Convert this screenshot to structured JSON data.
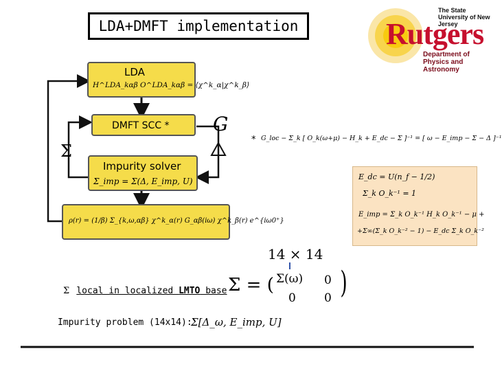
{
  "title": "LDA+DMFT implementation",
  "logo": {
    "wordmark": "Rutgers",
    "university": "The State University of New Jersey",
    "department": "Department of Physics and Astronomy"
  },
  "boxes": {
    "lda": {
      "label": "LDA",
      "formula": "H^LDA_kαβ   O^LDA_kαβ = ⟨χ^k_α|χ^k_β⟩"
    },
    "dmft": {
      "label": "DMFT SCC *"
    },
    "impurity": {
      "label": "Impurity solver",
      "formula": "Σ_imp = Σ(Δ, E_imp, U)"
    },
    "density": {
      "formula": "ρ(r) = (1/β) Σ_{k,ω,αβ} χ^k_α(r) G_αβ(iω) χ^k_β(r) e^{iω0⁺}"
    }
  },
  "symbols": {
    "G": "G",
    "Sigma": "Σ",
    "Delta": "Δ"
  },
  "scc_equation": {
    "star": "*",
    "text": "G_loc − Σ_k [ O_k(ω+μ) − H_k + E_dc − Σ ]⁻¹ = [ ω − E_imp − Σ − Δ ]⁻¹"
  },
  "side_panel": {
    "line1": "E_dc = U(n_f − 1/2)",
    "line2": "Σ_k O_k⁻¹ = 1",
    "line3": "E_imp = Σ_k O_k⁻¹ H_k O_k⁻¹ − μ +",
    "line4": "+Σ∞(Σ_k O_k⁻² − 1) − E_dc Σ_k O_k⁻²"
  },
  "matrix": {
    "size": "14 × 14",
    "lhs": "Σ = (",
    "a11": "Σ(ω)",
    "a12": "0",
    "a21": "0",
    "a22": "0",
    "rhs": ")"
  },
  "notes": {
    "sigma": "Σ",
    "local_prefix": "local in localized ",
    "local_bold": "LMTO",
    "local_suffix": " base",
    "impurity_problem": "Impurity problem (14x14):",
    "impurity_formula": "Σ[Δ_ω, E_imp, U]"
  },
  "colors": {
    "box": "#f5dc4a",
    "panel": "#fbe3c2",
    "rutgers_red": "#c6102e",
    "seal": "#f2b705"
  }
}
